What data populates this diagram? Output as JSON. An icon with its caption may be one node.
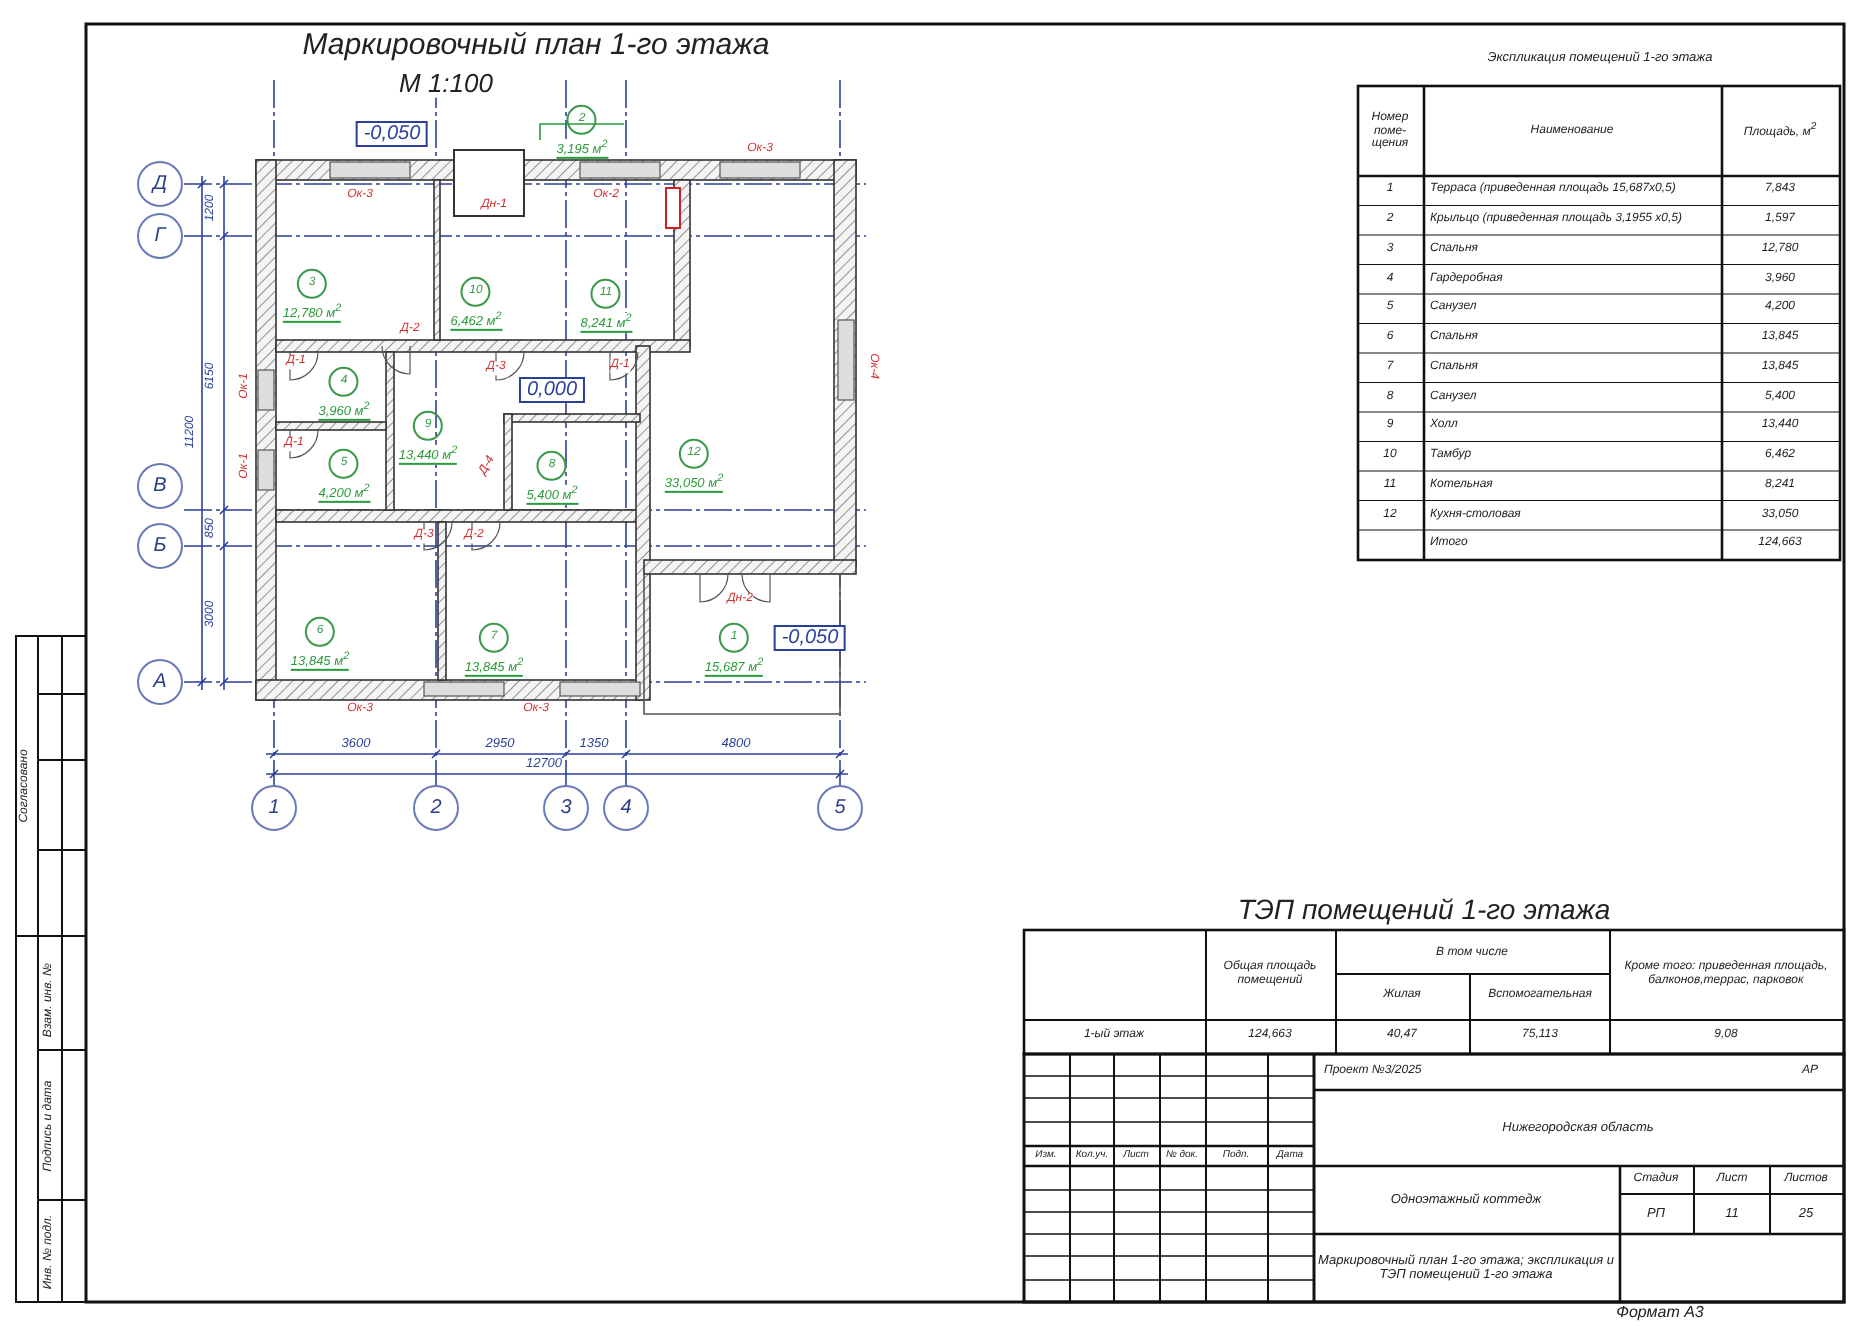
{
  "diagram": {
    "title": "Маркировочный план 1-го этажа",
    "nodes": [
      {
        "text": [
          "-0,050"
        ]
      },
      {
        "text": [
          "2",
          "3,195 м$^{2}$"
        ]
      },
      {
        "text": [
          "Д"
        ]
      },
      {
        "text": [
          "Г"
        ]
      },
      {
        "text": [
          "3",
          "12,780 м$^{2}$"
        ]
      },
      {
        "text": [
          "10",
          "6,462 м$^{2}$"
        ]
      },
      {
        "text": [
          "11",
          "8,241 м$^{2}$"
        ]
      },
      {
        "text": [
          "4",
          "3,960 м$^{2}$"
        ]
      },
      {
        "text": [
          "0,000"
        ]
      },
      {
        "text": [
          "9",
          "13,440 м$^{2}$"
        ]
      },
      {
        "text": [
          "5",
          "4,200 м$^{2}$"
        ]
      },
      {
        "text": [
          "8",
          "5,400 м$^{2}$"
        ]
      },
      {
        "text": [
          "12",
          "33,050 м$^{2}$"
        ]
      },
      {
        "text": [
          "В"
        ]
      },
      {
        "text": [
          "Б"
        ]
      },
      {
        "text": [
          "6",
          "13,845 м$^{2}$"
        ]
      },
      {
        "text": [
          "7",
          "13,845 м$^{2}$"
        ]
      },
      {
        "text": [
          "1",
          "15,687 м$^{2}$"
        ]
      },
      {
        "text": [
          "-0,050"
        ]
      },
      {
        "text": [
          "А"
        ]
      },
      {
        "text": [
          "1"
        ]
      },
      {
        "text": [
          "2"
        ]
      },
      {
        "text": [
          "3"
        ]
      },
      {
        "text": [
          "4"
        ]
      },
      {
        "text": [
          "5"
        ]
      }
    ],
    "labels": [
      "М 1:100",
      "Ок-3",
      "Дн-1",
      "Ок-2",
      "Ок-3",
      "Д-2",
      "Д-1",
      "Д-3",
      "Д-1",
      "Ок-1",
      "Ок-4",
      "Д-1",
      "Ок-1",
      "Д-4",
      "Д-3",
      "Д-2",
      "Дн-2",
      "Ок-3",
      "Ок-3",
      "1200",
      "6150",
      "11200",
      "850",
      "3000",
      "3600",
      "2950",
      "1350",
      "4800",
      "12700",
      "Экспликация помещений 1-го этажа",
      "Номер поме- щения",
      "Наименование",
      "Площадь, м$^{2}$",
      "1",
      "Терраса (приведенная площадь 15,687х0,5)",
      "7,843",
      "2",
      "Крыльцо (приведенная площадь 3,1955 х0,5)",
      "1,597",
      "3",
      "Спальня",
      "12,780",
      "4",
      "Гардеробная",
      "3,960",
      "5",
      "Санузел",
      "4,200",
      "6",
      "Спальня",
      "13,845",
      "7",
      "Спальня",
      "13,845",
      "8",
      "Санузел",
      "5,400",
      "9",
      "Холл",
      "13,440",
      "10",
      "Тамбур",
      "6,462",
      "11",
      "Котельная",
      "8,241",
      "12",
      "Кухня-столовая",
      "33,050",
      "Итого",
      "124,663",
      "ТЭП помещений 1-го этажа",
      "Общая площадь помещений",
      "В том числе",
      "Кроме того: приведенная площадь, балконов,террас, парковок",
      "Жилая",
      "Вспомогательная",
      "1-ый этаж",
      "124,663",
      "40,47",
      "75,113",
      "9,08",
      "Проект №3/2025",
      "АР",
      "Нижегородская область",
      "Изм.",
      "Кол.уч.",
      "Лист",
      "№ док.",
      "Подп.",
      "Дата",
      "Одноэтажный коттедж",
      "Стадия",
      "Лист",
      "Листов",
      "РП",
      "11",
      "25",
      "Маркировочный план 1-го этажа; экспликация и ТЭП помещений 1-го этажа",
      "Формат А3",
      "Согласовано",
      "Взам. инв. №",
      "Подпись и дата",
      "Инв. № подл."
    ]
  }
}
